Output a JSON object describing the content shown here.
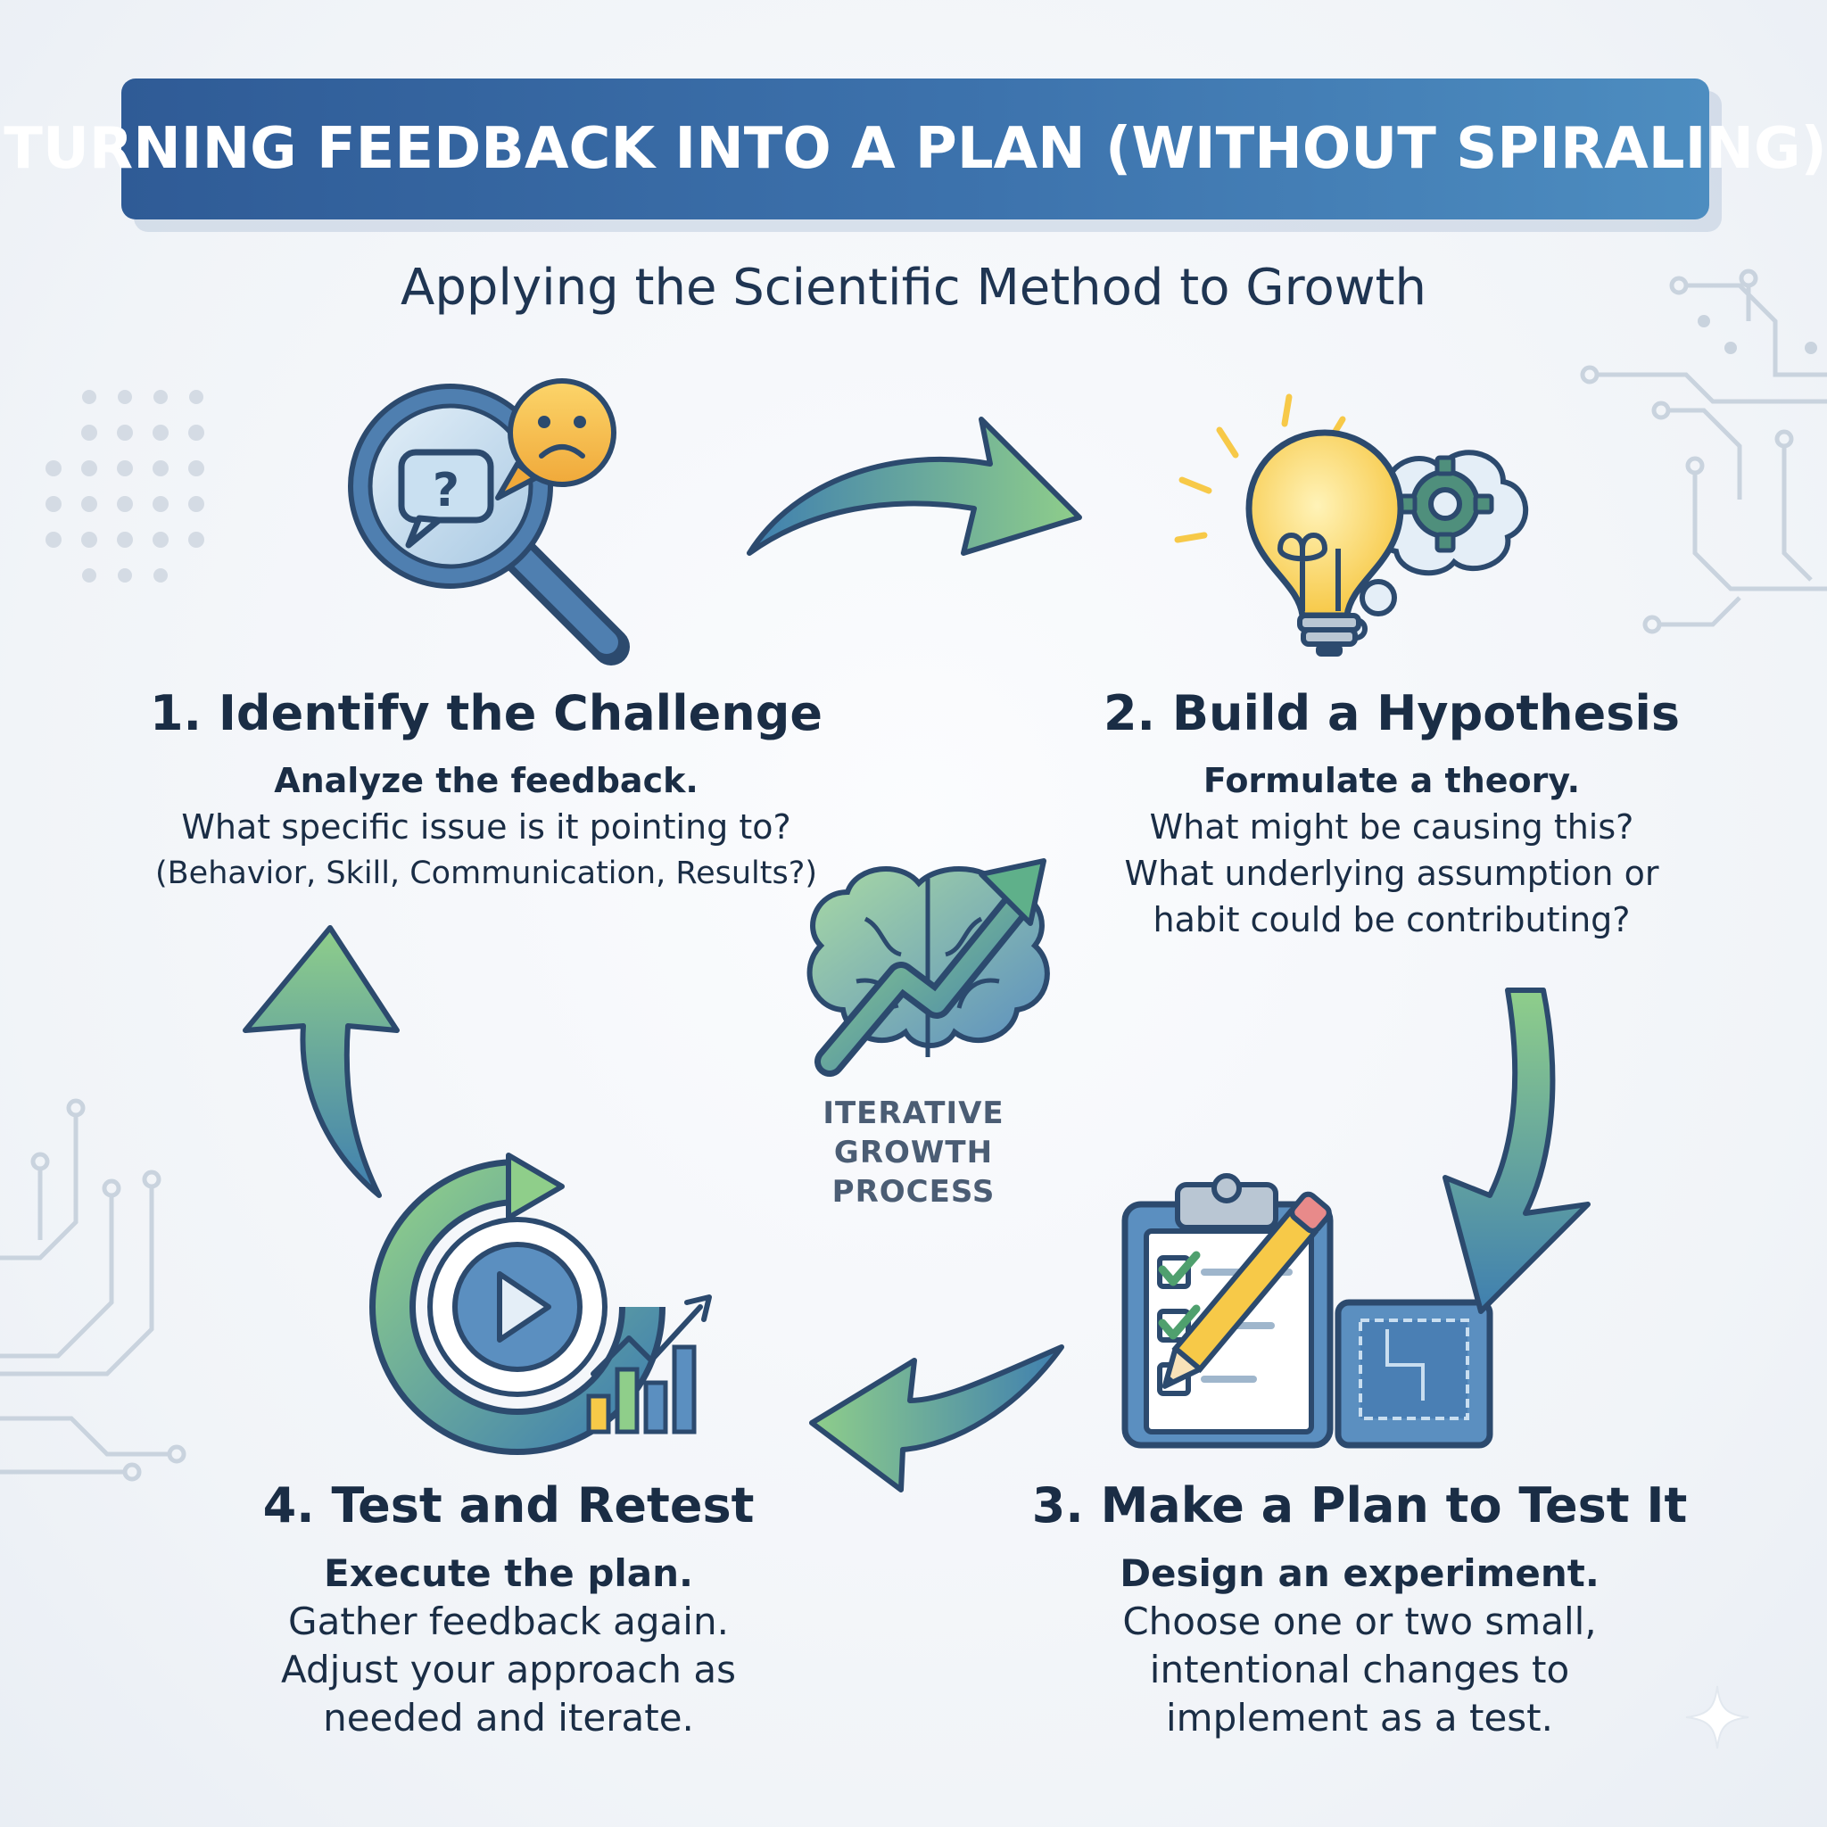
{
  "title": "TURNING FEEDBACK INTO A PLAN (WITHOUT SPIRALING)",
  "subtitle": "Applying the Scientific Method to Growth",
  "center_label": [
    "ITERATIVE",
    "GROWTH",
    "PROCESS"
  ],
  "steps": [
    {
      "title": "1. Identify the Challenge",
      "lead": "Analyze the feedback.",
      "lines": [
        "What specific issue is it pointing to?",
        "(Behavior, Skill, Communication, Results?)"
      ],
      "icon": "magnifier-feedback-icon"
    },
    {
      "title": "2. Build a Hypothesis",
      "lead": "Formulate a theory.",
      "lines": [
        "What might be causing this?",
        "What underlying assumption or",
        "habit could be contributing?"
      ],
      "icon": "lightbulb-gear-icon"
    },
    {
      "title": "3. Make a Plan to Test It",
      "lead": "Design an experiment.",
      "lines": [
        "Choose one or two small,",
        "intentional changes to",
        "implement as a test."
      ],
      "icon": "clipboard-plan-icon"
    },
    {
      "title": "4. Test and Retest",
      "lead": "Execute the plan.",
      "lines": [
        "Gather feedback again.",
        "Adjust your approach as",
        "needed and iterate."
      ],
      "icon": "play-cycle-chart-icon"
    }
  ],
  "colors": {
    "banner_start": "#2f5b96",
    "banner_end": "#4d8dc0",
    "arrow_green": "#8fce8a",
    "arrow_blue": "#3f7fb0",
    "outline": "#2c4a6e",
    "accent_yellow": "#f7c948"
  }
}
